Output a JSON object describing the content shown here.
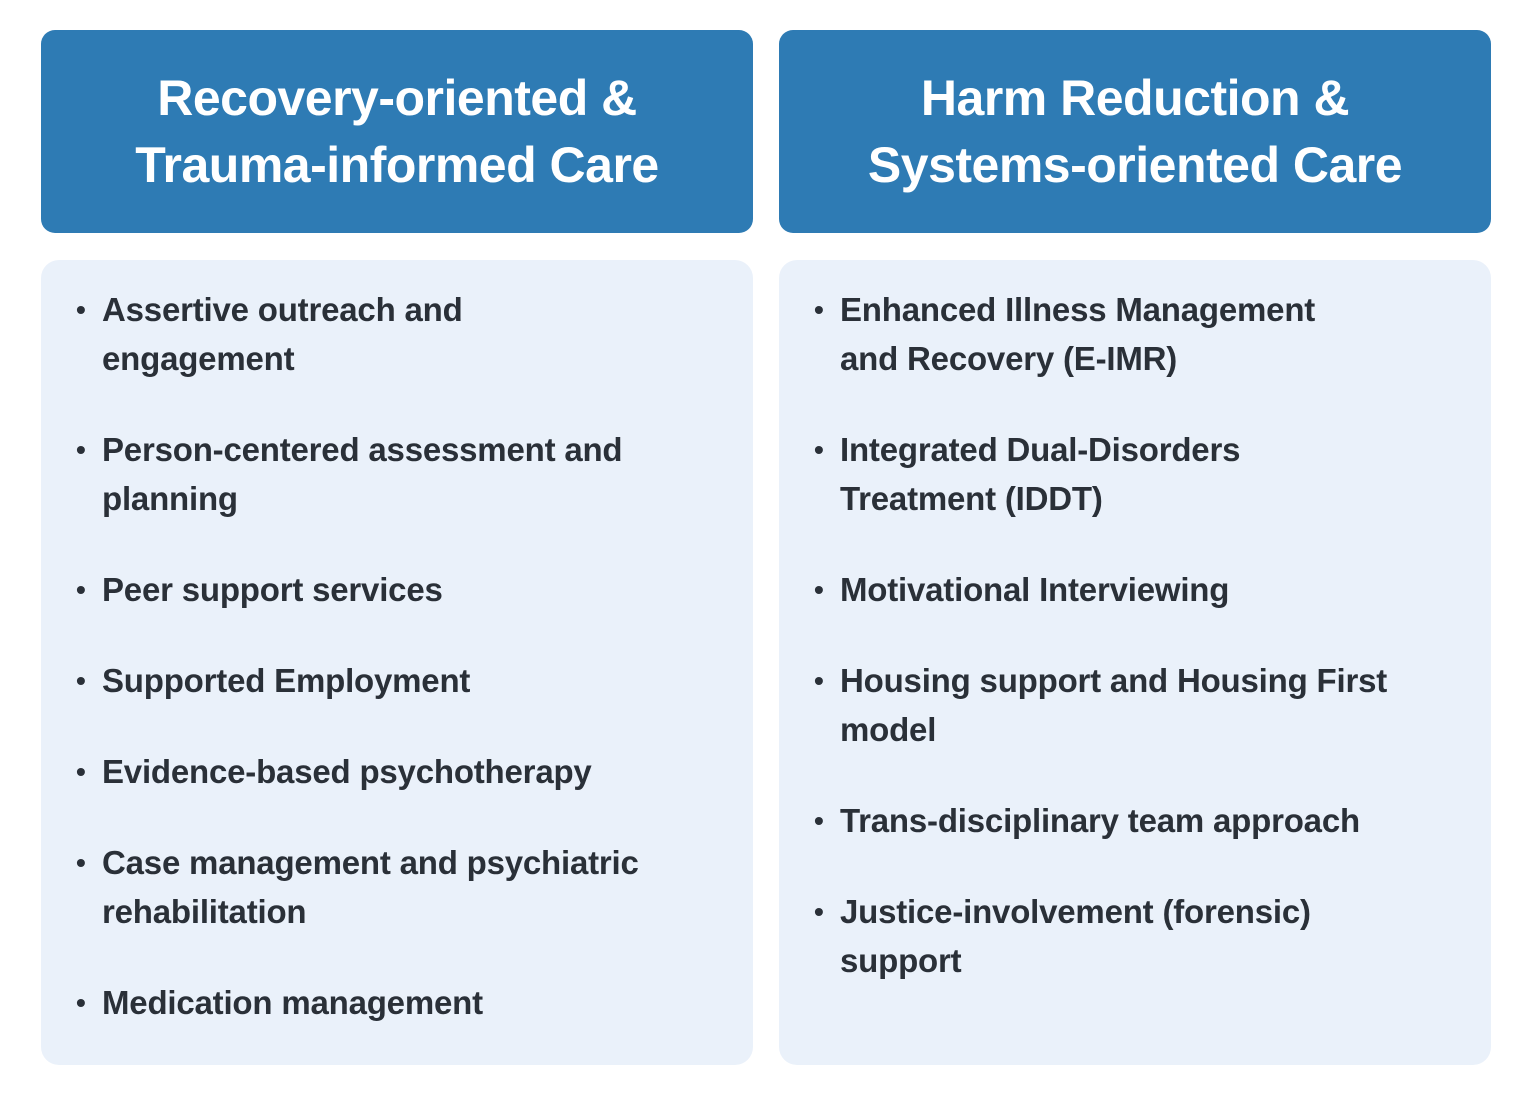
{
  "colors": {
    "header_bg": "#2E7BB4",
    "panel_bg": "#EAF1FA",
    "header_text": "#FFFFFF",
    "body_text": "#2A3038"
  },
  "bullet_glyph": "•",
  "columns": [
    {
      "id": "recovery-trauma",
      "header_lines": [
        "Recovery-oriented &",
        "Trauma-informed Care"
      ],
      "items": [
        "Assertive outreach and\nengagement",
        "Person-centered assessment and\nplanning",
        "Peer support services",
        "Supported Employment",
        "Evidence-based psychotherapy",
        "Case management and psychiatric\nrehabilitation",
        "Medication management"
      ]
    },
    {
      "id": "harm-reduction-systems",
      "header_lines": [
        "Harm Reduction &",
        "Systems-oriented Care"
      ],
      "items": [
        "Enhanced Illness Management\nand Recovery (E-IMR)",
        "Integrated Dual-Disorders\nTreatment (IDDT)",
        "Motivational Interviewing",
        "Housing support and Housing First\nmodel",
        "Trans-disciplinary team approach",
        "Justice-involvement (forensic)\nsupport"
      ]
    }
  ]
}
